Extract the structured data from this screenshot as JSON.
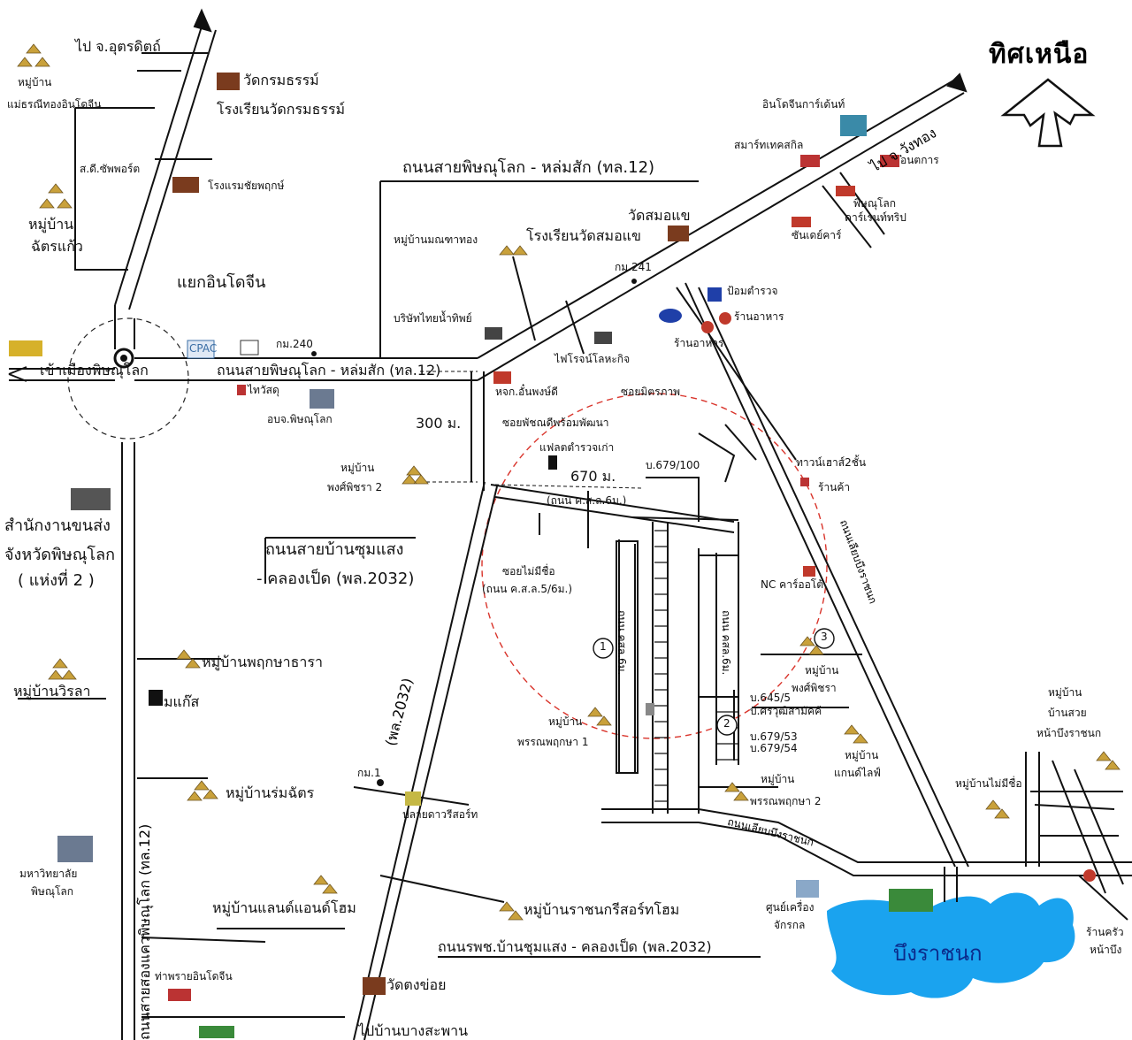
{
  "north": {
    "label": "ทิศเหนือ"
  },
  "lake": {
    "name": "บึงราชนก"
  },
  "labels": {
    "to_uttaradit": "ไป จ.อุตรดิตถ์",
    "v_maesanee_1": "หมู่บ้าน",
    "v_maesanee_2": "แม่ธรณีทองอินโดจีน",
    "wat_krommatham": "วัดกรมธรรม์",
    "school_krommatham": "โรงเรียนวัดกรมธรรม์",
    "sd_support": "ส.ดี.ซัพพอร์ต",
    "hotel_chaiyaphruek": "โรงแรมชัยพฤกษ์",
    "v_chatkaew_1": "หมู่บ้าน",
    "v_chatkaew_2": "ฉัตรแก้ว",
    "road_12_top": "ถนนสายพิษณุโลก - หล่มสัก (ทล.12)",
    "wat_samoklae": "วัดสมอแข",
    "school_samoklae": "โรงเรียนวัดสมอแข",
    "v_manthathong": "หมู่บ้านมณฑาทอง",
    "km241": "กม.241",
    "indochina_garden": "อินโดจีนการ์เด้นท์",
    "smart_tech_skill": "สมาร์ทเทคสกิล",
    "anankan": "อนตการ",
    "to_wangthong": "ไป จ.วังทอง",
    "phitsanulok_car_rental_1": "พิษณุโลก",
    "phitsanulok_car_rental_2": "คาร์เรนท์ทริป",
    "sunday_car": "ซันเดย์คาร์",
    "indochina_junction": "แยกอินโดจีน",
    "thai_namthip": "บริษัทไทยน้ำทิพย์",
    "police_box": "ป้อมตำรวจ",
    "restaurant_1": "ร้านอาหาร",
    "restaurant_2": "ร้านอาหาร",
    "fairojphanich": "ไฟโรจน์โลหะกิจ",
    "km240": "กม.240",
    "into_city": "เข้าเมืองพิษณุโลก",
    "road_12_mid": "ถนนสายพิษณุโลก - หล่มสัก (ทล.12)",
    "hjk_unphongdee": "หจก.อั๋นพงษ์ดี",
    "soi_mitraphap": "ซอยมิตรภาพ",
    "obj_phitsanulok": "อบจ.พิษณุโลก",
    "dist_300": "300 ม.",
    "soi_phanchot": "ซอยพัชณดีพร้อมพัฒนา",
    "old_police_flat": "แฟลตตำรวจเก่า",
    "dist_670": "670 ม.",
    "house_679": "บ.679/100",
    "road_lsl": "(ถนน ค.ส.ล.6ม.)",
    "townhouse": "ทาวน์เฮาส์2ชั้น",
    "rantham": "ร้านค้า",
    "v_phongphichara2_1": "หมู่บ้าน",
    "v_phongphichara2_2": "พงศ์พิชรา 2",
    "transport_office_1": "สำนักงานขนส่ง",
    "transport_office_2": "จังหวัดพิษณุโลก",
    "transport_office_3": "( แห่งที่ 2 )",
    "road_2032_title_1": "ถนนสายบ้านซุมแสง",
    "road_2032_title_2": "- คลองเป็ด (พล.2032)",
    "soi_nameless_1": "ซอยไม่มีชื่อ",
    "soi_nameless_2": "(ถนน ค.ส.ล.5/6ม.)",
    "road_6m_1": "ถนน คสล.6ม.",
    "road_6m_2": "ถนน คสล.6ม.",
    "nc_car": "NC คาร์ออโต้",
    "road_bueng": "ถนนเลียบบึงราชนก",
    "circle_1": "1",
    "circle_2": "2",
    "circle_3": "3",
    "v_phongphichara_1": "หมู่บ้าน",
    "v_phongphichara_2": "พงศ์พิชรา",
    "v_phruksa": "หมู่บ้านพฤกษาธารา",
    "v_wilai": "หมู่บ้านวิรลา",
    "manut_gas": "มแก๊ส",
    "v_pornphruksa1_1": "หมู่บ้าน",
    "v_pornphruksa1_2": "พรรณพฤกษา 1",
    "house_645": "บ.645/5",
    "samakkhi": "บ.ศรวุฒิสามัคคี",
    "house_679_3": "บ.679/53",
    "house_679_4": "บ.679/54",
    "v_gainlife_1": "หมู่บ้าน",
    "v_gainlife_2": "แกนด์ไลฟ์",
    "v_banruay_1": "หมู่บ้าน",
    "v_banruay_2": "บ้านสวย",
    "v_banruay_3": "หน้าบึงราชนก",
    "v_mairu": "หมู่บ้านไม่มีชื่อ",
    "km1": "กม.1",
    "v_romchat": "หมู่บ้านร่มฉัตร",
    "pladao_resort": "ปลายดาวรีสอร์ท",
    "v_pornphruksa2_1": "หมู่บ้าน",
    "v_pornphruksa2_2": "พรรณพฤกษา 2",
    "road_bueng_lower": "ถนนเลียบบึงราชนก",
    "road_2032_vertical": "(พล.2032)",
    "university_1": "มหาวิทยาลัย",
    "university_2": "พิษณุโลก",
    "v_landandhome": "หมู่บ้านแลนด์แอนด์โฮม",
    "v_rachanok_resort": "หมู่บ้านราชนกรีสอร์ทโฮม",
    "science_center_1": "ศูนย์เครื่อง",
    "science_center_2": "จักรกล",
    "road_2032_lower": "ถนนรพช.บ้านชุมแสง - คลองเป็ด (พล.2032)",
    "tha_phra": "ท่าพรายอินโดจีน",
    "wat_tongkoi": "วัดตงข่อย",
    "to_bangsaphan": "ไปบ้านบางสะพาน",
    "road_12_vertical": "ถนนสายสองแควพิษณุโลก (ทล.12)",
    "shop_bueng_1": "ร้านครัว",
    "shop_bueng_2": "หน้าบึง",
    "cpac": "CPAC",
    "pcc": "ไทวัสดุ"
  },
  "colors": {
    "road": "#111111",
    "lake": "#1aa3ef",
    "radius_circle": "#d9342b",
    "village_icon": "#c9a13b",
    "building_icon": "#7a3b1e"
  }
}
